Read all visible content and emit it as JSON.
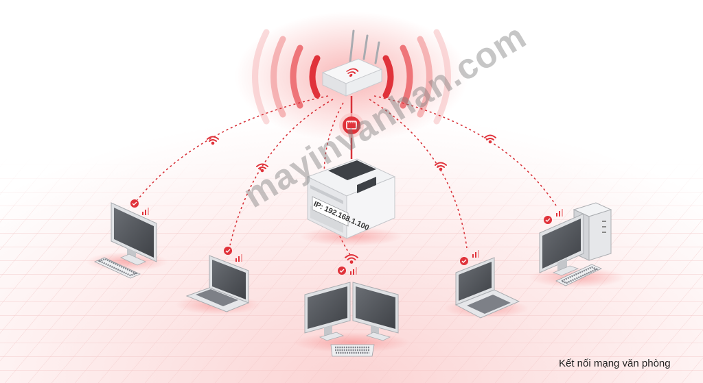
{
  "printer": {
    "ip_label": "IP: 192.168.1.100"
  },
  "watermark": "mayinvanhan.com",
  "caption": "Kết nối mạng văn phòng",
  "colors": {
    "accent": "#e0323a",
    "grid": "#f3c9c9",
    "background_tint": "#fdeaea"
  },
  "icons": [
    "router-icon",
    "ethernet-port-icon",
    "wifi-signal-icon",
    "check-badge-icon",
    "signal-bars-icon",
    "printer-icon",
    "monitor-icon",
    "laptop-icon",
    "desktop-tower-icon",
    "keyboard-icon"
  ]
}
